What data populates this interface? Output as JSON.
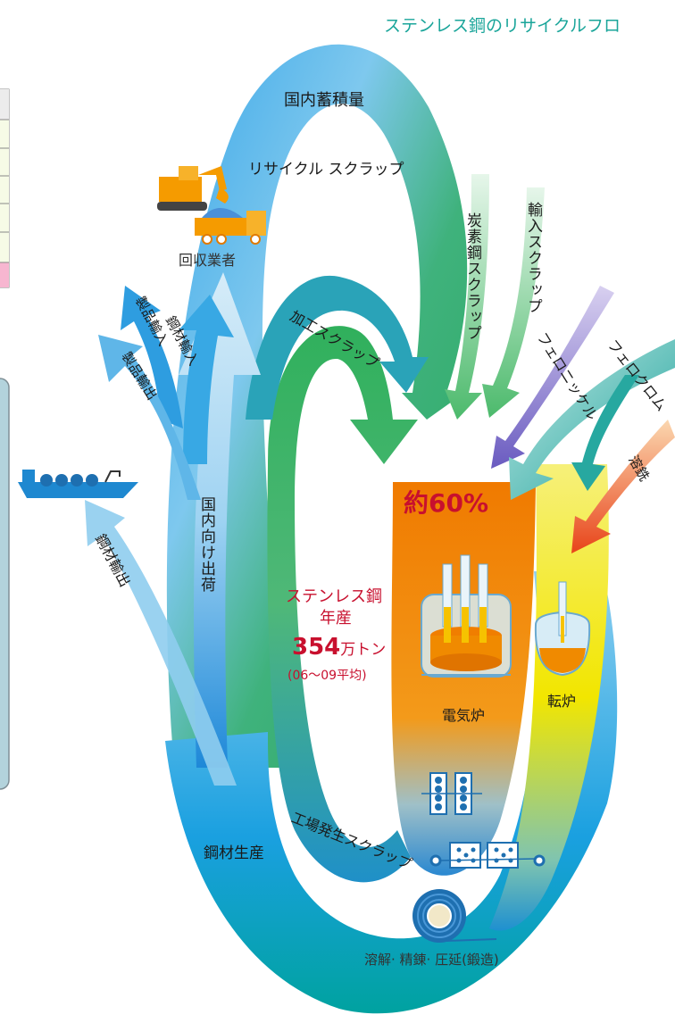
{
  "title": "ステンレス鋼のリサイクルフロ",
  "labels": {
    "domestic_stock": "国内蓄積量",
    "recycle_scrap": "リサイクル スクラップ",
    "collector": "回収業者",
    "process_scrap": "加工スクラップ",
    "carbon_scrap": "炭素鋼スクラップ",
    "import_scrap": "輸入スクラップ",
    "ferro_nickel": "フェロニッケル",
    "ferro_chrome": "フェロクロム",
    "molten_iron": "溶銑",
    "product_import": "製品輸入",
    "steel_import": "鋼材輸入",
    "product_export": "製品輸出",
    "steel_export": "鋼材輸出",
    "domestic_shipment": "国内向け出荷",
    "steel_production": "鋼材生産",
    "plant_scrap": "工場発生スクラップ",
    "percent": "約60%",
    "center_title_1": "ステンレス鋼",
    "center_title_2": "年産",
    "center_amount_num": "354",
    "center_amount_unit": "万トン",
    "center_period": "(06～09平均)",
    "electric_furnace": "電気炉",
    "converter": "転炉",
    "process": "溶解· 精錬· 圧延(鍛造)"
  },
  "colors": {
    "title": "#1aa59a",
    "highlight_red": "#c8102e",
    "orange_band": "#f08a00",
    "yellow_band": "#f2e600",
    "blue_flow": "#1ea0e0",
    "green_flow": "#3cb371",
    "purple_flow": "#7b68c8",
    "teal_flow": "#22a7a0"
  },
  "icons": [
    "excavator-icon",
    "truck-icon",
    "ship-icon",
    "electric-furnace-icon",
    "converter-icon",
    "rolling-mill-icon",
    "coil-icon"
  ]
}
